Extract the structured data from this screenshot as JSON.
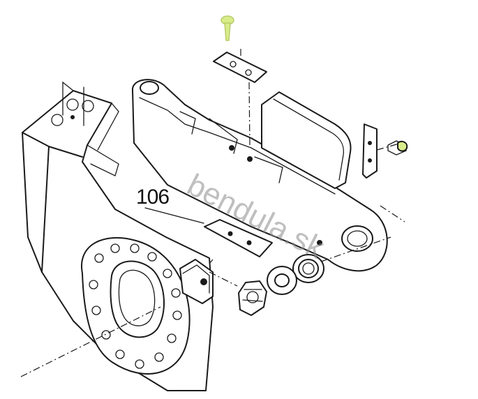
{
  "callouts": [
    {
      "id": "part-106",
      "label": "106"
    }
  ],
  "watermark": {
    "text": "bendula.sk"
  },
  "colors": {
    "highlight_screw": "#d8ec8a",
    "line": "#1a1a1a",
    "background": "#ffffff",
    "watermark": "#8c8c8c"
  }
}
